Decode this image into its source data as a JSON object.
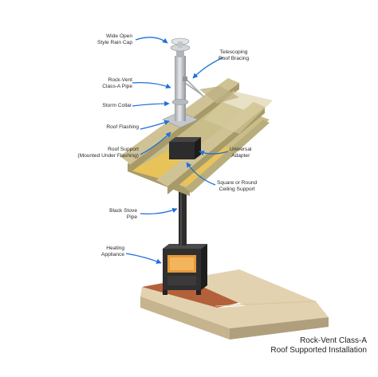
{
  "labels": {
    "rain_cap": [
      "Wide Open",
      "Style Rain Cap"
    ],
    "class_a_pipe": [
      "Rock-Vent",
      "Class-A Pipe"
    ],
    "storm_collar": [
      "Storm Collar"
    ],
    "roof_flashing": [
      "Roof  Flashing"
    ],
    "roof_support": [
      "Roof Support",
      "(Mounted Under Flashing)"
    ],
    "black_stove_pipe": [
      "Black Stove",
      "Pipe"
    ],
    "heating_appliance": [
      "Heating",
      "Appliance"
    ],
    "telescoping_bracing": [
      "Telescoping",
      "Roof Bracing"
    ],
    "universal_adapter": [
      "Universal",
      "Adapter"
    ],
    "ceiling_support": [
      "Square or Round",
      "Ceiling Support"
    ]
  },
  "caption": {
    "line1": "Rock-Vent Class-A",
    "line2": "Roof Supported Installation"
  },
  "colors": {
    "arrow": "#1e6fd9",
    "roof_deck": "#c9bd8a",
    "insulation": "#e8c35a",
    "floor_top": "#e3d2b0",
    "floor_hearth": "#b3613a",
    "stove": "#2f2f2f",
    "stove_window": "#e69a3c",
    "pipe_silver": "#c4c8cc"
  }
}
